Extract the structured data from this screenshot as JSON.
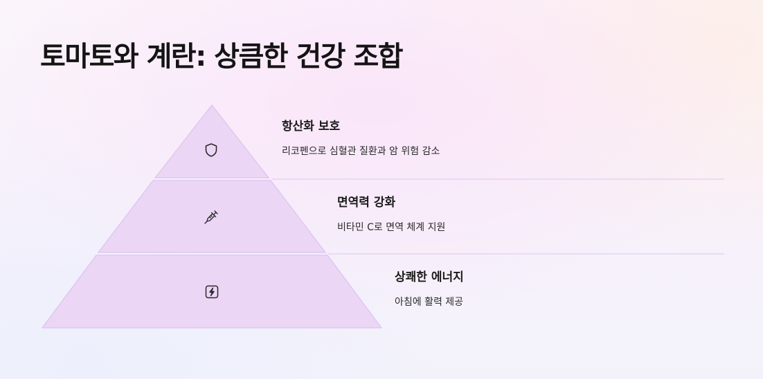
{
  "title": "토마토와 계란: 상큼한 건강 조합",
  "tiers": [
    {
      "heading": "항산화 보호",
      "description": "리코펜으로 심혈관 질환과 암 위험 감소",
      "icon": "shield-icon"
    },
    {
      "heading": "면역력 강화",
      "description": "비타민 C로 면역 체계 지원",
      "icon": "syringe-icon"
    },
    {
      "heading": "상쾌한 에너지",
      "description": "아침에 활력 제공",
      "icon": "lightning-icon"
    }
  ],
  "colors": {
    "tier_fill": "#ecd6f6",
    "tier_stroke": "#dcc2ee"
  }
}
